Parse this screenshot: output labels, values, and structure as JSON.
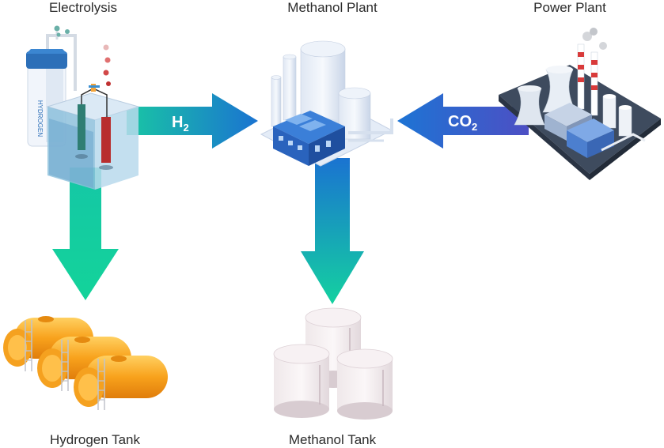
{
  "nodes": {
    "electrolysis": "Electrolysis",
    "methanol_plant": "Methanol Plant",
    "power_plant": "Power Plant",
    "hydrogen_tank": "Hydrogen Tank",
    "methanol_tank": "Methanol Tank"
  },
  "arrows": {
    "h2": {
      "main": "H",
      "sub": "2"
    },
    "co2": {
      "main": "CO",
      "sub": "2"
    }
  },
  "device_text": {
    "hydrogen_cylinder": "HYDROGEN"
  },
  "colors": {
    "green_arrow": "#14c9a0",
    "blue_arrow": "#1a7fd0",
    "co2_arrow": "#3f5fc9",
    "tank_orange": "#f7a01e",
    "plant_blue": "#2a6fd0"
  }
}
